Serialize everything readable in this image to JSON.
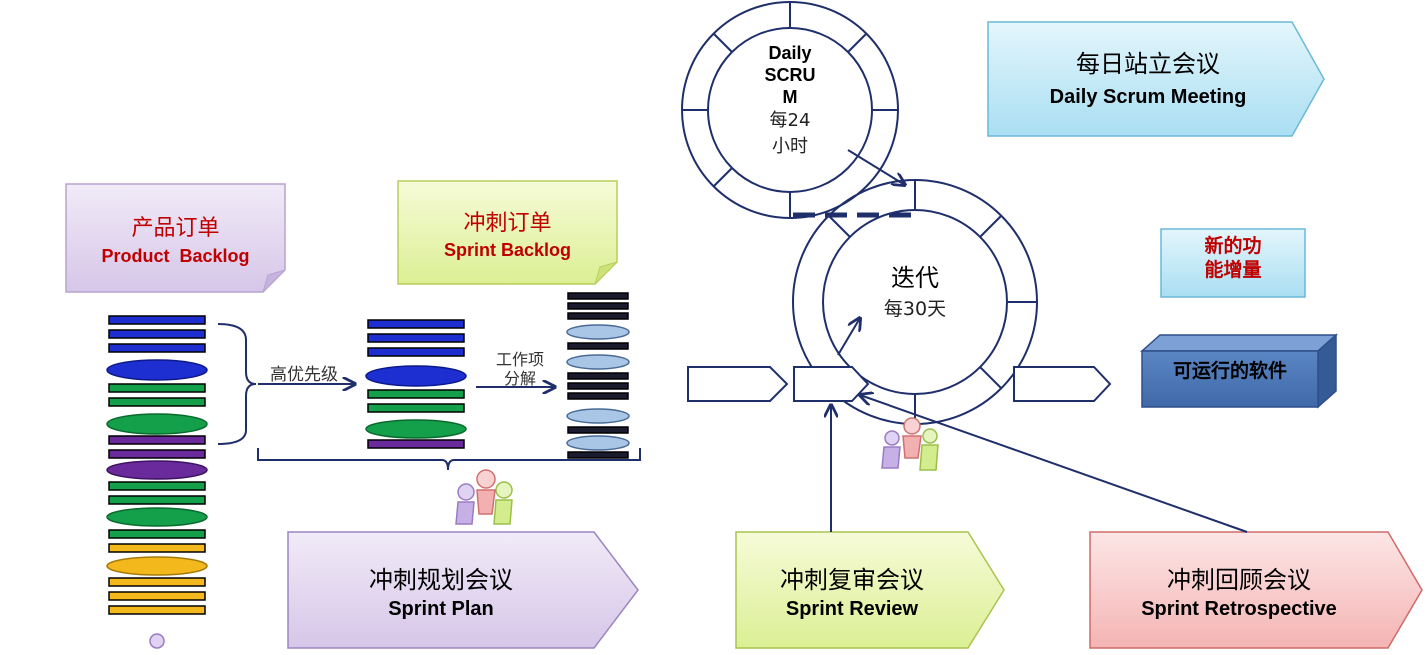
{
  "daily_cycle": {
    "line1": "Daily",
    "line2": "SCRU",
    "line3": "M",
    "freq1": "每24",
    "freq2": "小时"
  },
  "iteration": {
    "title": "迭代",
    "freq": "每30天"
  },
  "daily_scrum_meeting": {
    "cn": "每日站立会议",
    "en": "Daily Scrum Meeting"
  },
  "increment": {
    "line1": "新的功",
    "line2": "能增量"
  },
  "product_backlog": {
    "cn": "产品订单",
    "en": "Product  Backlog"
  },
  "sprint_backlog": {
    "cn": "冲刺订单",
    "en": "Sprint Backlog"
  },
  "priority_label": "高优先级",
  "decompose_label": {
    "line1": "工作项",
    "line2": "分解"
  },
  "working_software": "可运行的软件",
  "sprint_plan": {
    "cn": "冲刺规划会议",
    "en": "Sprint Plan"
  },
  "sprint_review": {
    "cn": "冲刺复审会议",
    "en": "Sprint Review"
  },
  "sprint_retrospective": {
    "cn": "冲刺回顾会议",
    "en": "Sprint Retrospective"
  },
  "colors": {
    "purple_note": "#e4d9f0",
    "green_note": "#ecf7b8",
    "cyan_box": "#c8ecf7",
    "red_arrow": "#f9cccc",
    "navy": "#1f2f6b",
    "backlog_blue": "#1e2fd1",
    "backlog_green": "#14a04a",
    "backlog_purple": "#6a2a9c",
    "backlog_yellow": "#f2b81c",
    "sprint_light": "#aac6e6"
  }
}
